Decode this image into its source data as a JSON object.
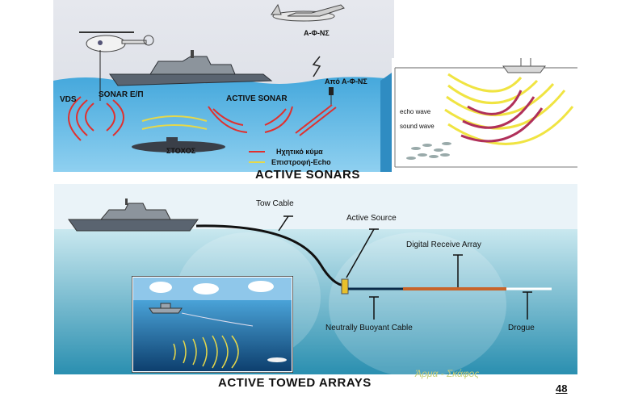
{
  "top_panel": {
    "labels": {
      "vds": "VDS",
      "sonar_e_p": "SONAR E/Π",
      "active_sonar": "ACTIVE SONAR",
      "aircraft": "Α-Φ-ΝΣ",
      "buoy": "Από Α-Φ-ΝΣ",
      "target": "ΣΤΟΧΟΣ",
      "legend_wave": "Ηχητικό κύμα",
      "legend_echo": "Επιστροφή-Echo"
    },
    "colors": {
      "sky": "#e4e7ee",
      "sea": "#4fb0e0",
      "sea_deep": "#7ec8ee",
      "wave": "#e0302e",
      "wave_echo": "#e6d84a"
    }
  },
  "right_panel": {
    "labels": {
      "echo_wave": "echo wave",
      "sound_wave": "sound wave"
    },
    "colors": {
      "sound": "#f0e442",
      "echo": "#b0305a"
    }
  },
  "title_top": "ACTIVE SONARS",
  "bottom_panel": {
    "labels": {
      "tow_cable": "Tow Cable",
      "active_source": "Active Source",
      "digital_receive_array": "Digital Receive Array",
      "neutrally_buoyant_cable": "Neutrally Buoyant Cable",
      "drogue": "Drogue"
    },
    "colors": {
      "sky": "#e9f3f9",
      "sea_top": "#bfe3ec",
      "sea_bottom": "#2b93b3",
      "array": "#c8642a",
      "source": "#e8c02a"
    }
  },
  "title_bottom": "ACTIVE TOWED ARRAYS",
  "watermark": "Άρμα - Σκάφος",
  "page_number": "48"
}
